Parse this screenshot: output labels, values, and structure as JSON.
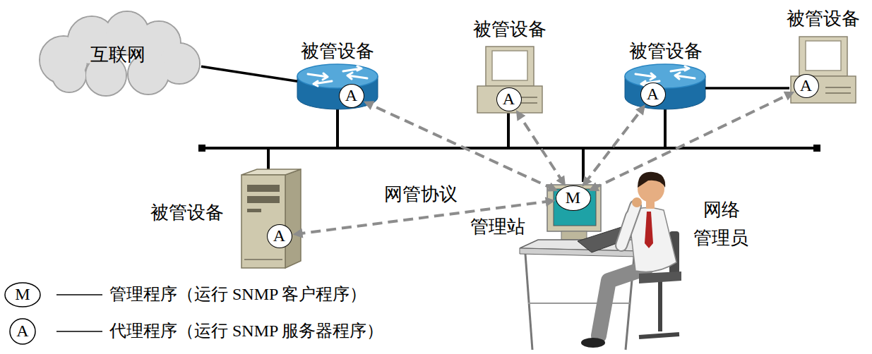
{
  "diagram": {
    "nodes": [
      {
        "text": [
          "互联网"
        ]
      },
      {
        "text": [
          "被管设备"
        ]
      },
      {
        "text": [
          "A"
        ],
        "in": 1
      },
      {
        "text": [
          "被管设备"
        ]
      },
      {
        "text": [
          "A"
        ],
        "in": 3
      },
      {
        "text": [
          "被管设备"
        ]
      },
      {
        "text": [
          "A"
        ],
        "in": 5
      },
      {
        "text": [
          "被管设备"
        ]
      },
      {
        "text": [
          "A"
        ],
        "in": 7
      },
      {
        "text": [
          "被管设备"
        ]
      },
      {
        "text": [
          "A"
        ],
        "in": 9
      },
      {
        "text": [
          "管理站"
        ]
      },
      {
        "text": [
          "M"
        ],
        "in": 11
      }
    ],
    "edges": [
      {
        "from": 0,
        "to": 1,
        "arrow": "none"
      },
      {
        "from": 5,
        "to": 7,
        "arrow": "none"
      },
      {
        "from": 12,
        "to": 2,
        "arrow": "both"
      },
      {
        "from": 12,
        "to": 4,
        "arrow": "both"
      },
      {
        "from": 12,
        "to": 6,
        "arrow": "both"
      },
      {
        "from": 12,
        "to": 8,
        "arrow": "both"
      },
      {
        "from": 12,
        "to": 10,
        "arrow": "both",
        "label": "网管协议"
      }
    ],
    "labels": [
      "网络管理员",
      "M",
      "A"
    ],
    "legend": [
      {
        "text": "管理程序（运行 SNMP 客户程序）"
      },
      {
        "text": "代理程序（运行 SNMP 服务器程序）"
      }
    ]
  }
}
